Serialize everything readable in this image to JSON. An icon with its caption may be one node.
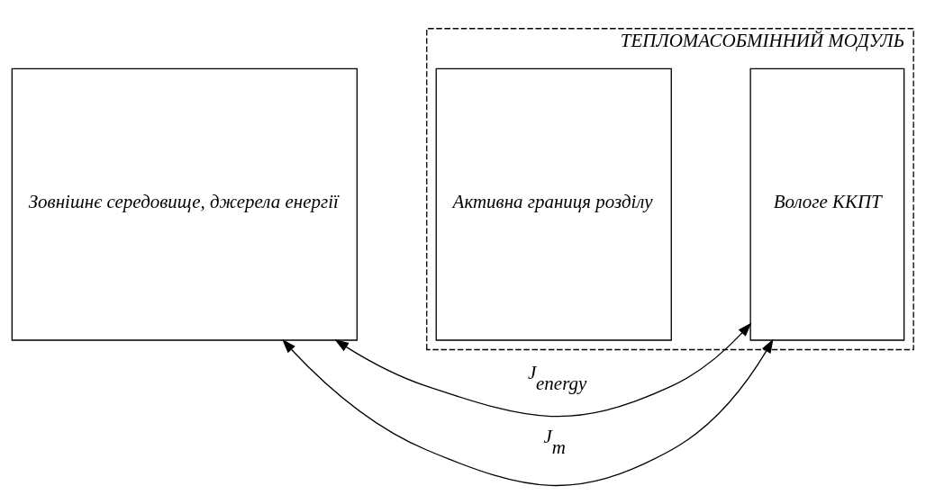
{
  "diagram": {
    "nodes": [
      {
        "text": [
          "Зовнішнє середовище, джерела енергії"
        ]
      },
      {
        "text": [
          "ТЕПЛОМАСОБМІННИЙ МОДУЛЬ"
        ]
      },
      {
        "text": [
          "Активна границя розділу"
        ],
        "in": 1
      },
      {
        "text": [
          "Вологе ККПТ"
        ],
        "in": 1
      }
    ],
    "edges": [
      {
        "from": 0,
        "to": 3,
        "arrow": "both",
        "label": "J$_{energy}$"
      },
      {
        "from": 0,
        "to": 3,
        "arrow": "both",
        "label": "J$_{m}$"
      }
    ]
  }
}
